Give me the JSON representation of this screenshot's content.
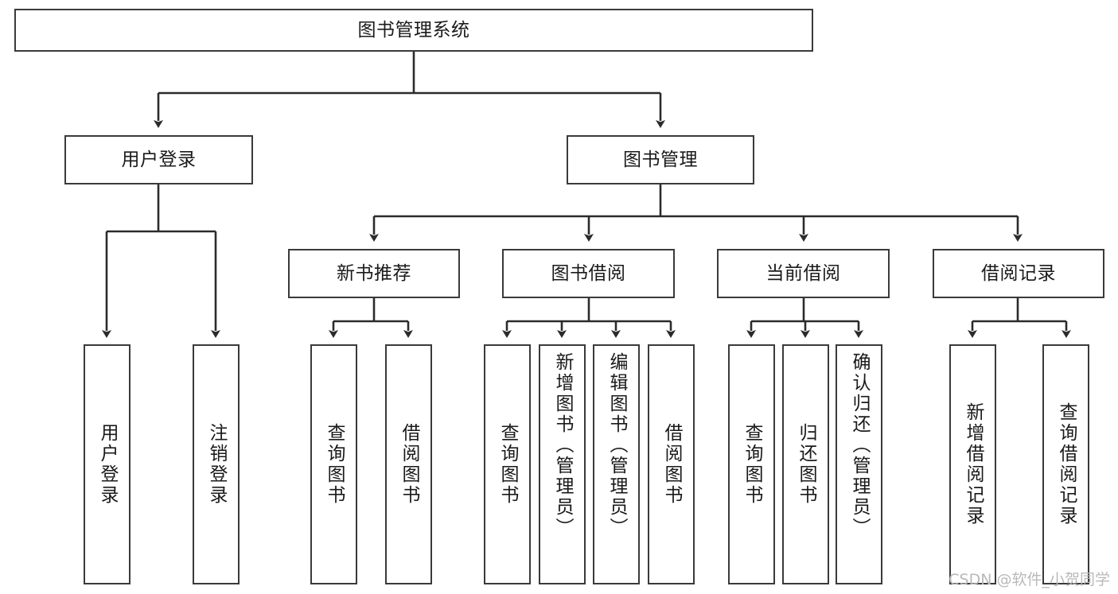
{
  "diagram": {
    "type": "tree",
    "title": "图书管理系统",
    "watermark": "CSDN @软件_小贺同学",
    "colors": {
      "node_border": "#3a3a3a",
      "node_fill": "#ffffff",
      "edge": "#2b2b2b",
      "text": "#1a1a1a",
      "watermark": "#b9b9b9"
    },
    "nodes": {
      "root": {
        "label": "图书管理系统"
      },
      "level2": [
        {
          "label": "用户登录"
        },
        {
          "label": "图书管理"
        }
      ],
      "level3": [
        {
          "label": "新书推荐"
        },
        {
          "label": "图书借阅"
        },
        {
          "label": "当前借阅"
        },
        {
          "label": "借阅记录"
        }
      ],
      "leaves_user_login": [
        {
          "label": "用户登录"
        },
        {
          "label": "注销登录"
        }
      ],
      "leaves_new_books": [
        {
          "label": "查询图书"
        },
        {
          "label": "借阅图书"
        }
      ],
      "leaves_borrow": [
        {
          "label": "查询图书"
        },
        {
          "label": "新增图书（管理员）"
        },
        {
          "label": "编辑图书（管理员）"
        },
        {
          "label": "借阅图书"
        }
      ],
      "leaves_current": [
        {
          "label": "查询图书"
        },
        {
          "label": "归还图书"
        },
        {
          "label": "确认归还（管理员）"
        }
      ],
      "leaves_records": [
        {
          "label": "新增借阅记录"
        },
        {
          "label": "查询借阅记录"
        }
      ]
    }
  }
}
